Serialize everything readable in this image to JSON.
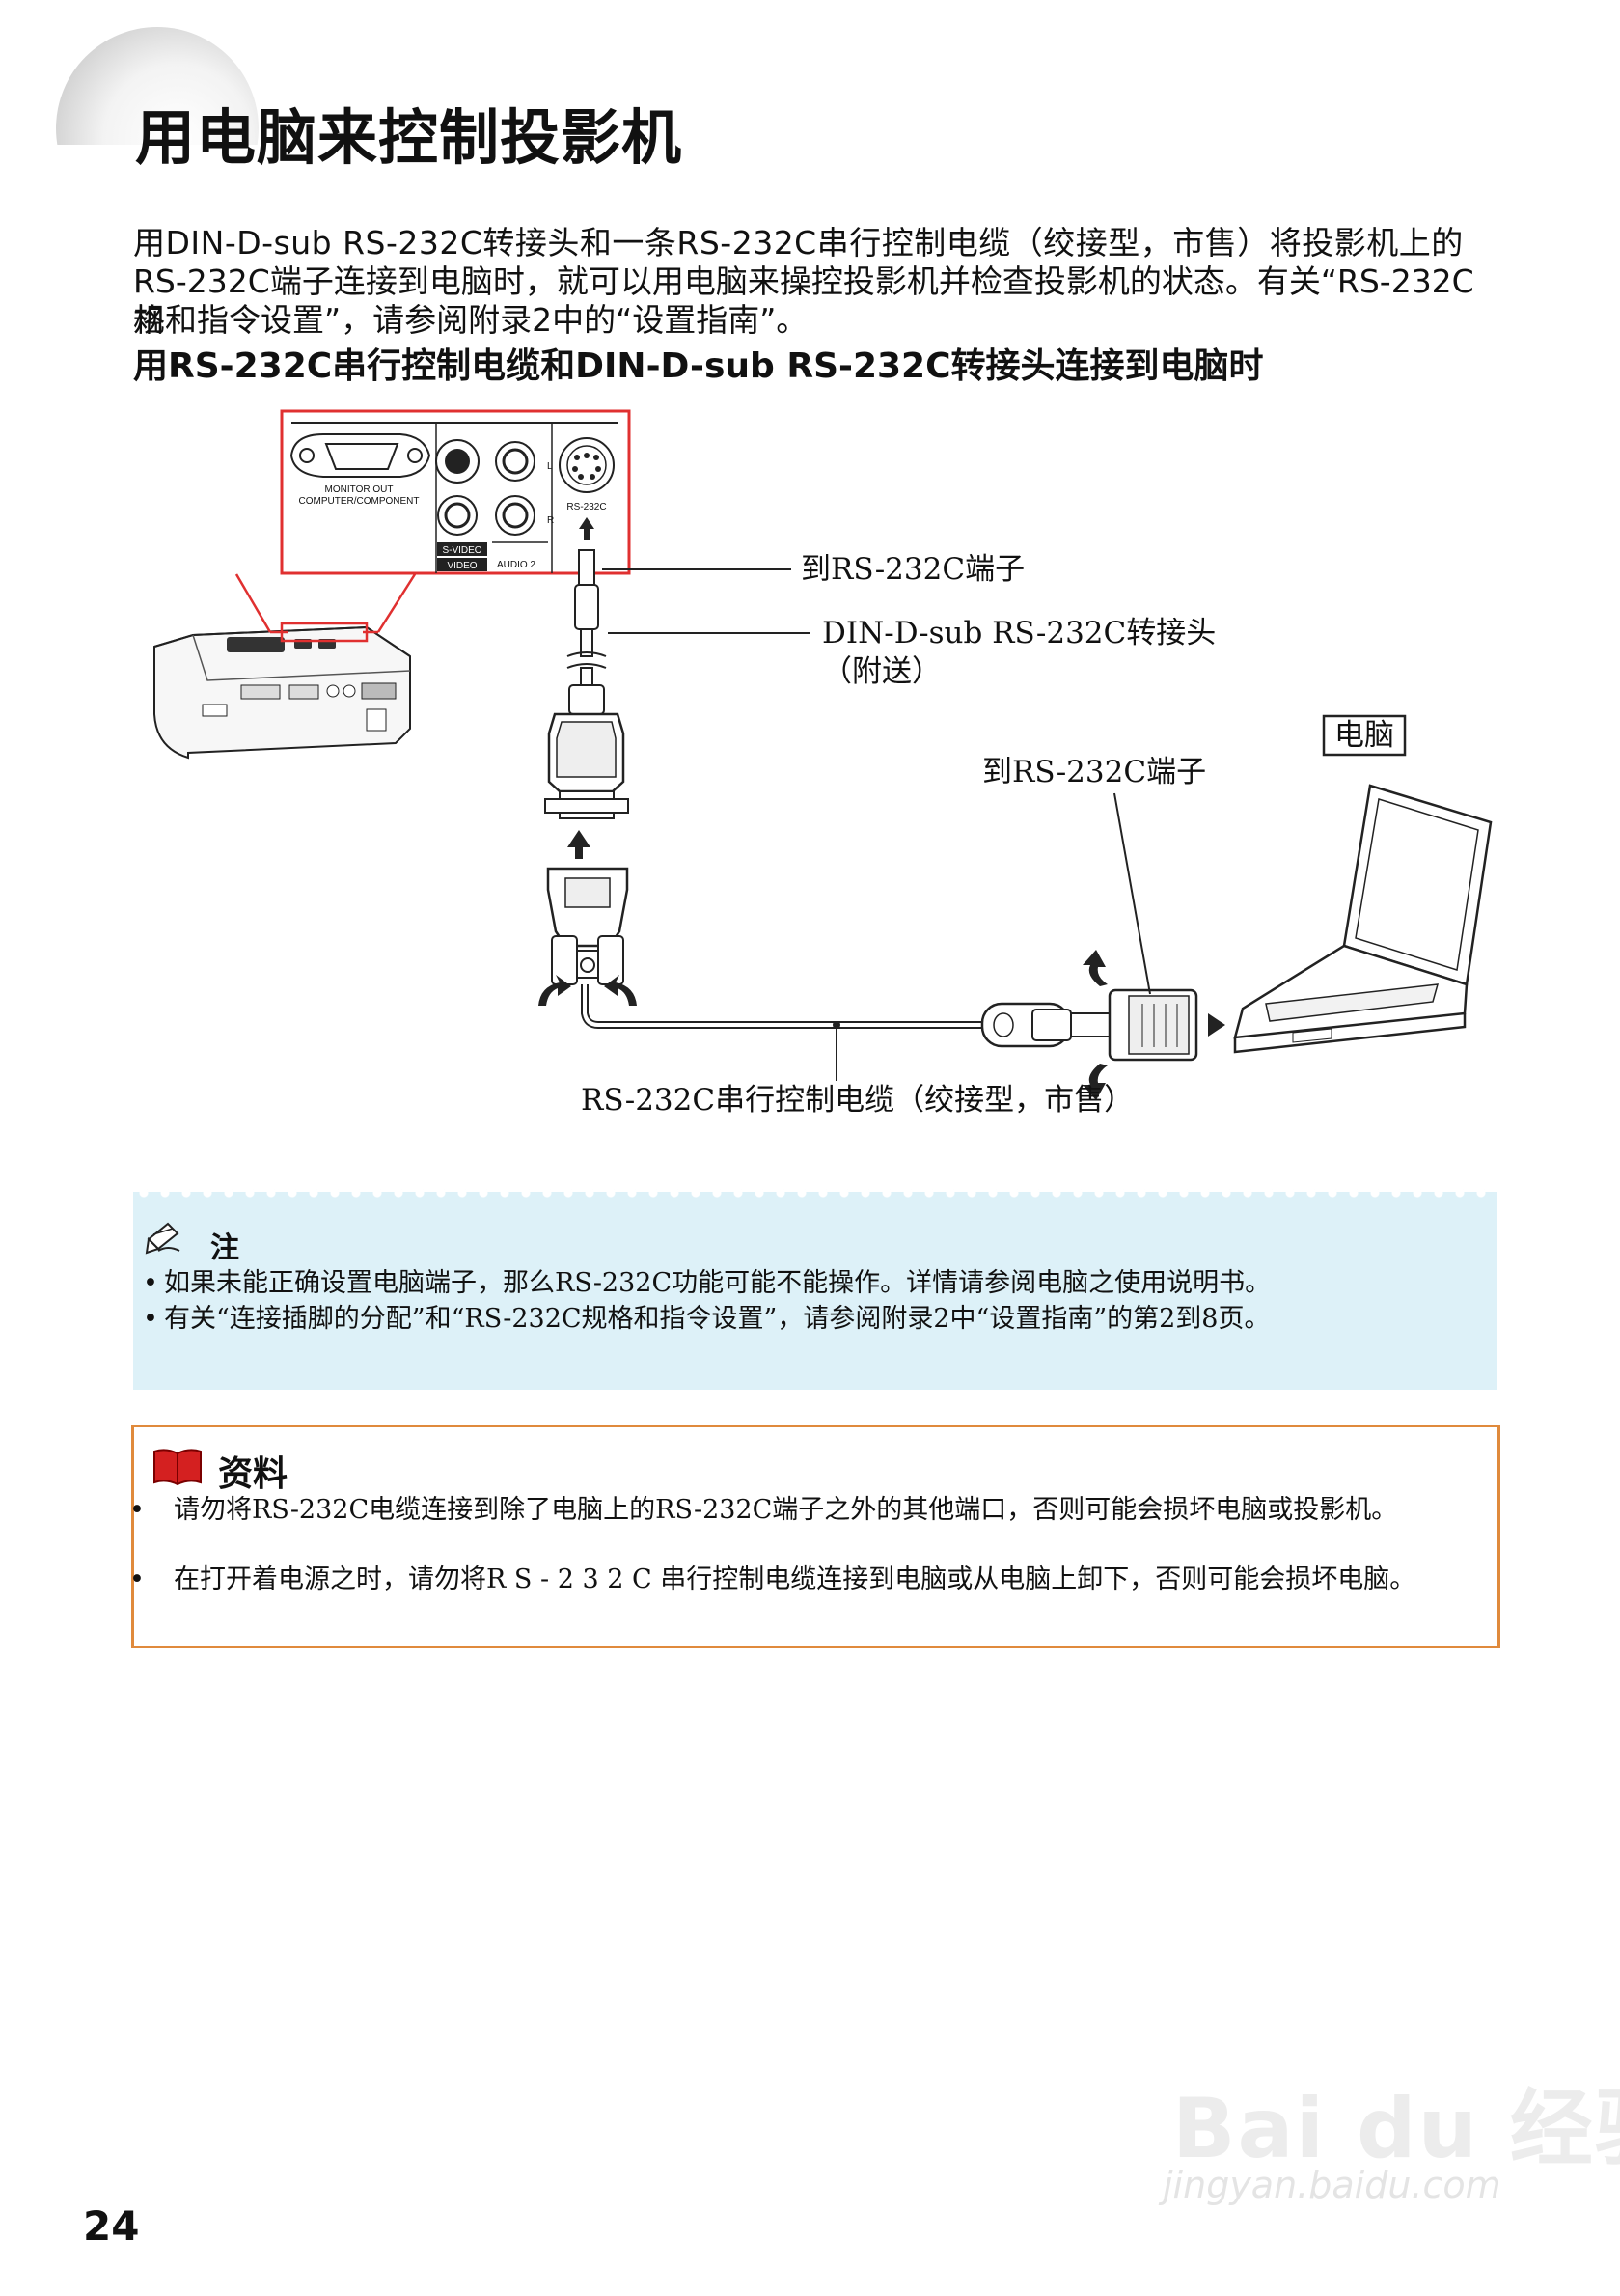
{
  "header": {
    "title": "用电脑来控制投影机"
  },
  "intro": {
    "line1": "用DIN-D-sub RS-232C转接头和一条RS-232C串行控制电缆（绞接型，市售）将投影机上的",
    "line2": "RS-232C端子连接到电脑时，就可以用电脑来操控投影机并检查投影机的状态。有关“RS-232C 规",
    "line3": "格和指令设置”，请参阅附录2中的“设置指南”。"
  },
  "subheading": "用RS-232C串行控制电缆和DIN-D-sub RS-232C转接头连接到电脑时",
  "diagram": {
    "label_to_terminal_top": "到RS-232C端子",
    "label_adapter_line1": "DIN-D-sub  RS-232C转接头",
    "label_adapter_line2": "（附送）",
    "label_computer": "电脑",
    "label_to_terminal_pc": "到RS-232C端子",
    "label_cable": "RS-232C串行控制电缆（绞接型，市售）",
    "panel_monitor_out": "MONITOR OUT",
    "panel_computer_component": "COMPUTER/COMPONENT",
    "panel_svideo": "S-VIDEO",
    "panel_video": "VIDEO",
    "panel_audio2": "AUDIO 2",
    "panel_rs232c": "RS-232C",
    "panel_l": "L",
    "panel_r": "R"
  },
  "note": {
    "title": "注",
    "items": [
      "如果未能正确设置电脑端子，那么RS-232C功能可能不能操作。详情请参阅电脑之使用说明书。",
      "有关“连接插脚的分配”和“RS-232C规格和指令设置”，请参阅附录2中“设置指南”的第2到8页。"
    ]
  },
  "info": {
    "title": "资料",
    "items": [
      "请勿将RS-232C电缆连接到除了电脑上的RS-232C端子之外的其他端口，否则可能会损坏电脑或投影机。",
      "在打开着电源之时，请勿将R S - 2 3 2 C 串行控制电缆连接到电脑或从电脑上卸下，否则可能会损坏电脑。"
    ]
  },
  "watermark": {
    "logo": "Bai du 经验",
    "url": "jingyan.baidu.com"
  },
  "page_number": "24",
  "colors": {
    "panel_border": "#e03030",
    "note_bg": "#ddf1f8",
    "info_border": "#e08a3c",
    "info_icon": "#d42020"
  }
}
